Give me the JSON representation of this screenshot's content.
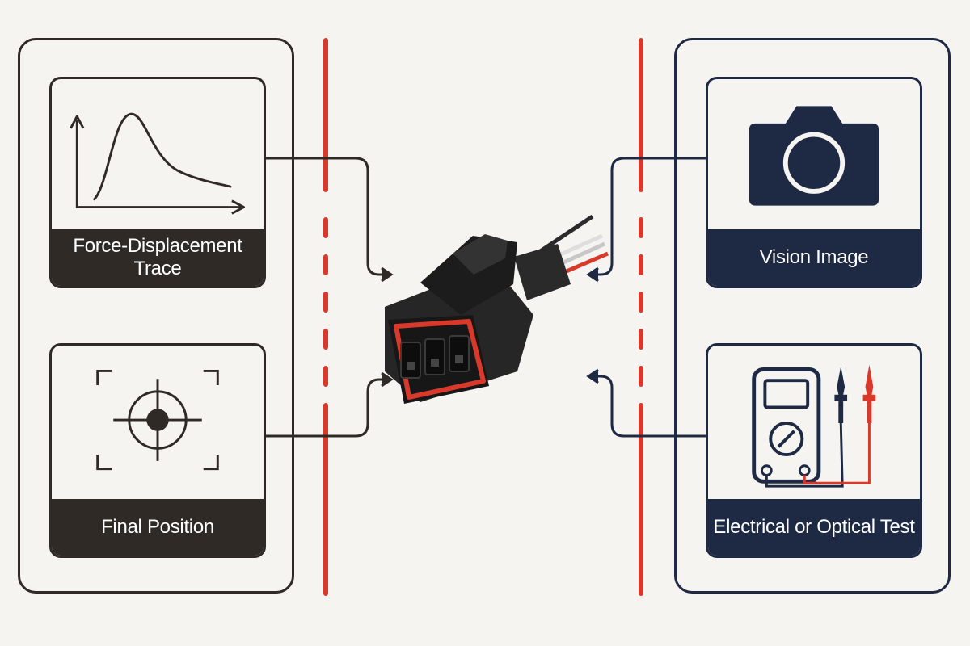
{
  "left_panel": {
    "cards": [
      {
        "label": "Force-Displacement Trace",
        "icon": "force-displacement-graph-icon"
      },
      {
        "label": "Final Position",
        "icon": "crosshair-target-icon"
      }
    ]
  },
  "right_panel": {
    "cards": [
      {
        "label": "Vision Image",
        "icon": "camera-icon"
      },
      {
        "label": "Electrical or Optical Test",
        "icon": "multimeter-icon"
      }
    ]
  },
  "center": {
    "icon": "connector-icon"
  },
  "colors": {
    "left": "#2f2a26",
    "right": "#1e2a44",
    "accent": "#d8392b",
    "background": "#f6f4f1"
  }
}
